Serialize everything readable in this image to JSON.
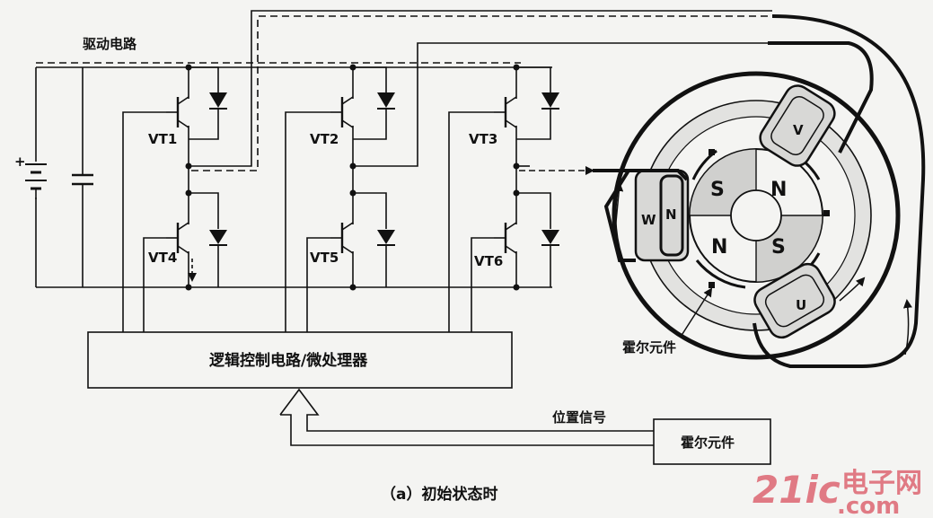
{
  "labels": {
    "drive_circuit": "驱动电路",
    "logic_block": "逻辑控制电路/微处理器",
    "position_signal": "位置信号",
    "hall_block": "霍尔元件",
    "hall_element": "霍尔元件",
    "caption": "（a）初始状态时",
    "battery_plus": "+"
  },
  "transistors": [
    "VT1",
    "VT4",
    "VT2",
    "VT5",
    "VT3",
    "VT6"
  ],
  "motor": {
    "windings": [
      "V",
      "W",
      "U"
    ],
    "rotor_poles": [
      "S",
      "N",
      "N",
      "S"
    ],
    "winding_inner_letters": [
      "N"
    ]
  },
  "watermark": {
    "number": "21ic",
    "cn": "电子网",
    "com": ".com"
  },
  "colors": {
    "line": "#111111",
    "background": "#f4f4f2",
    "watermark": "#e07a84"
  }
}
